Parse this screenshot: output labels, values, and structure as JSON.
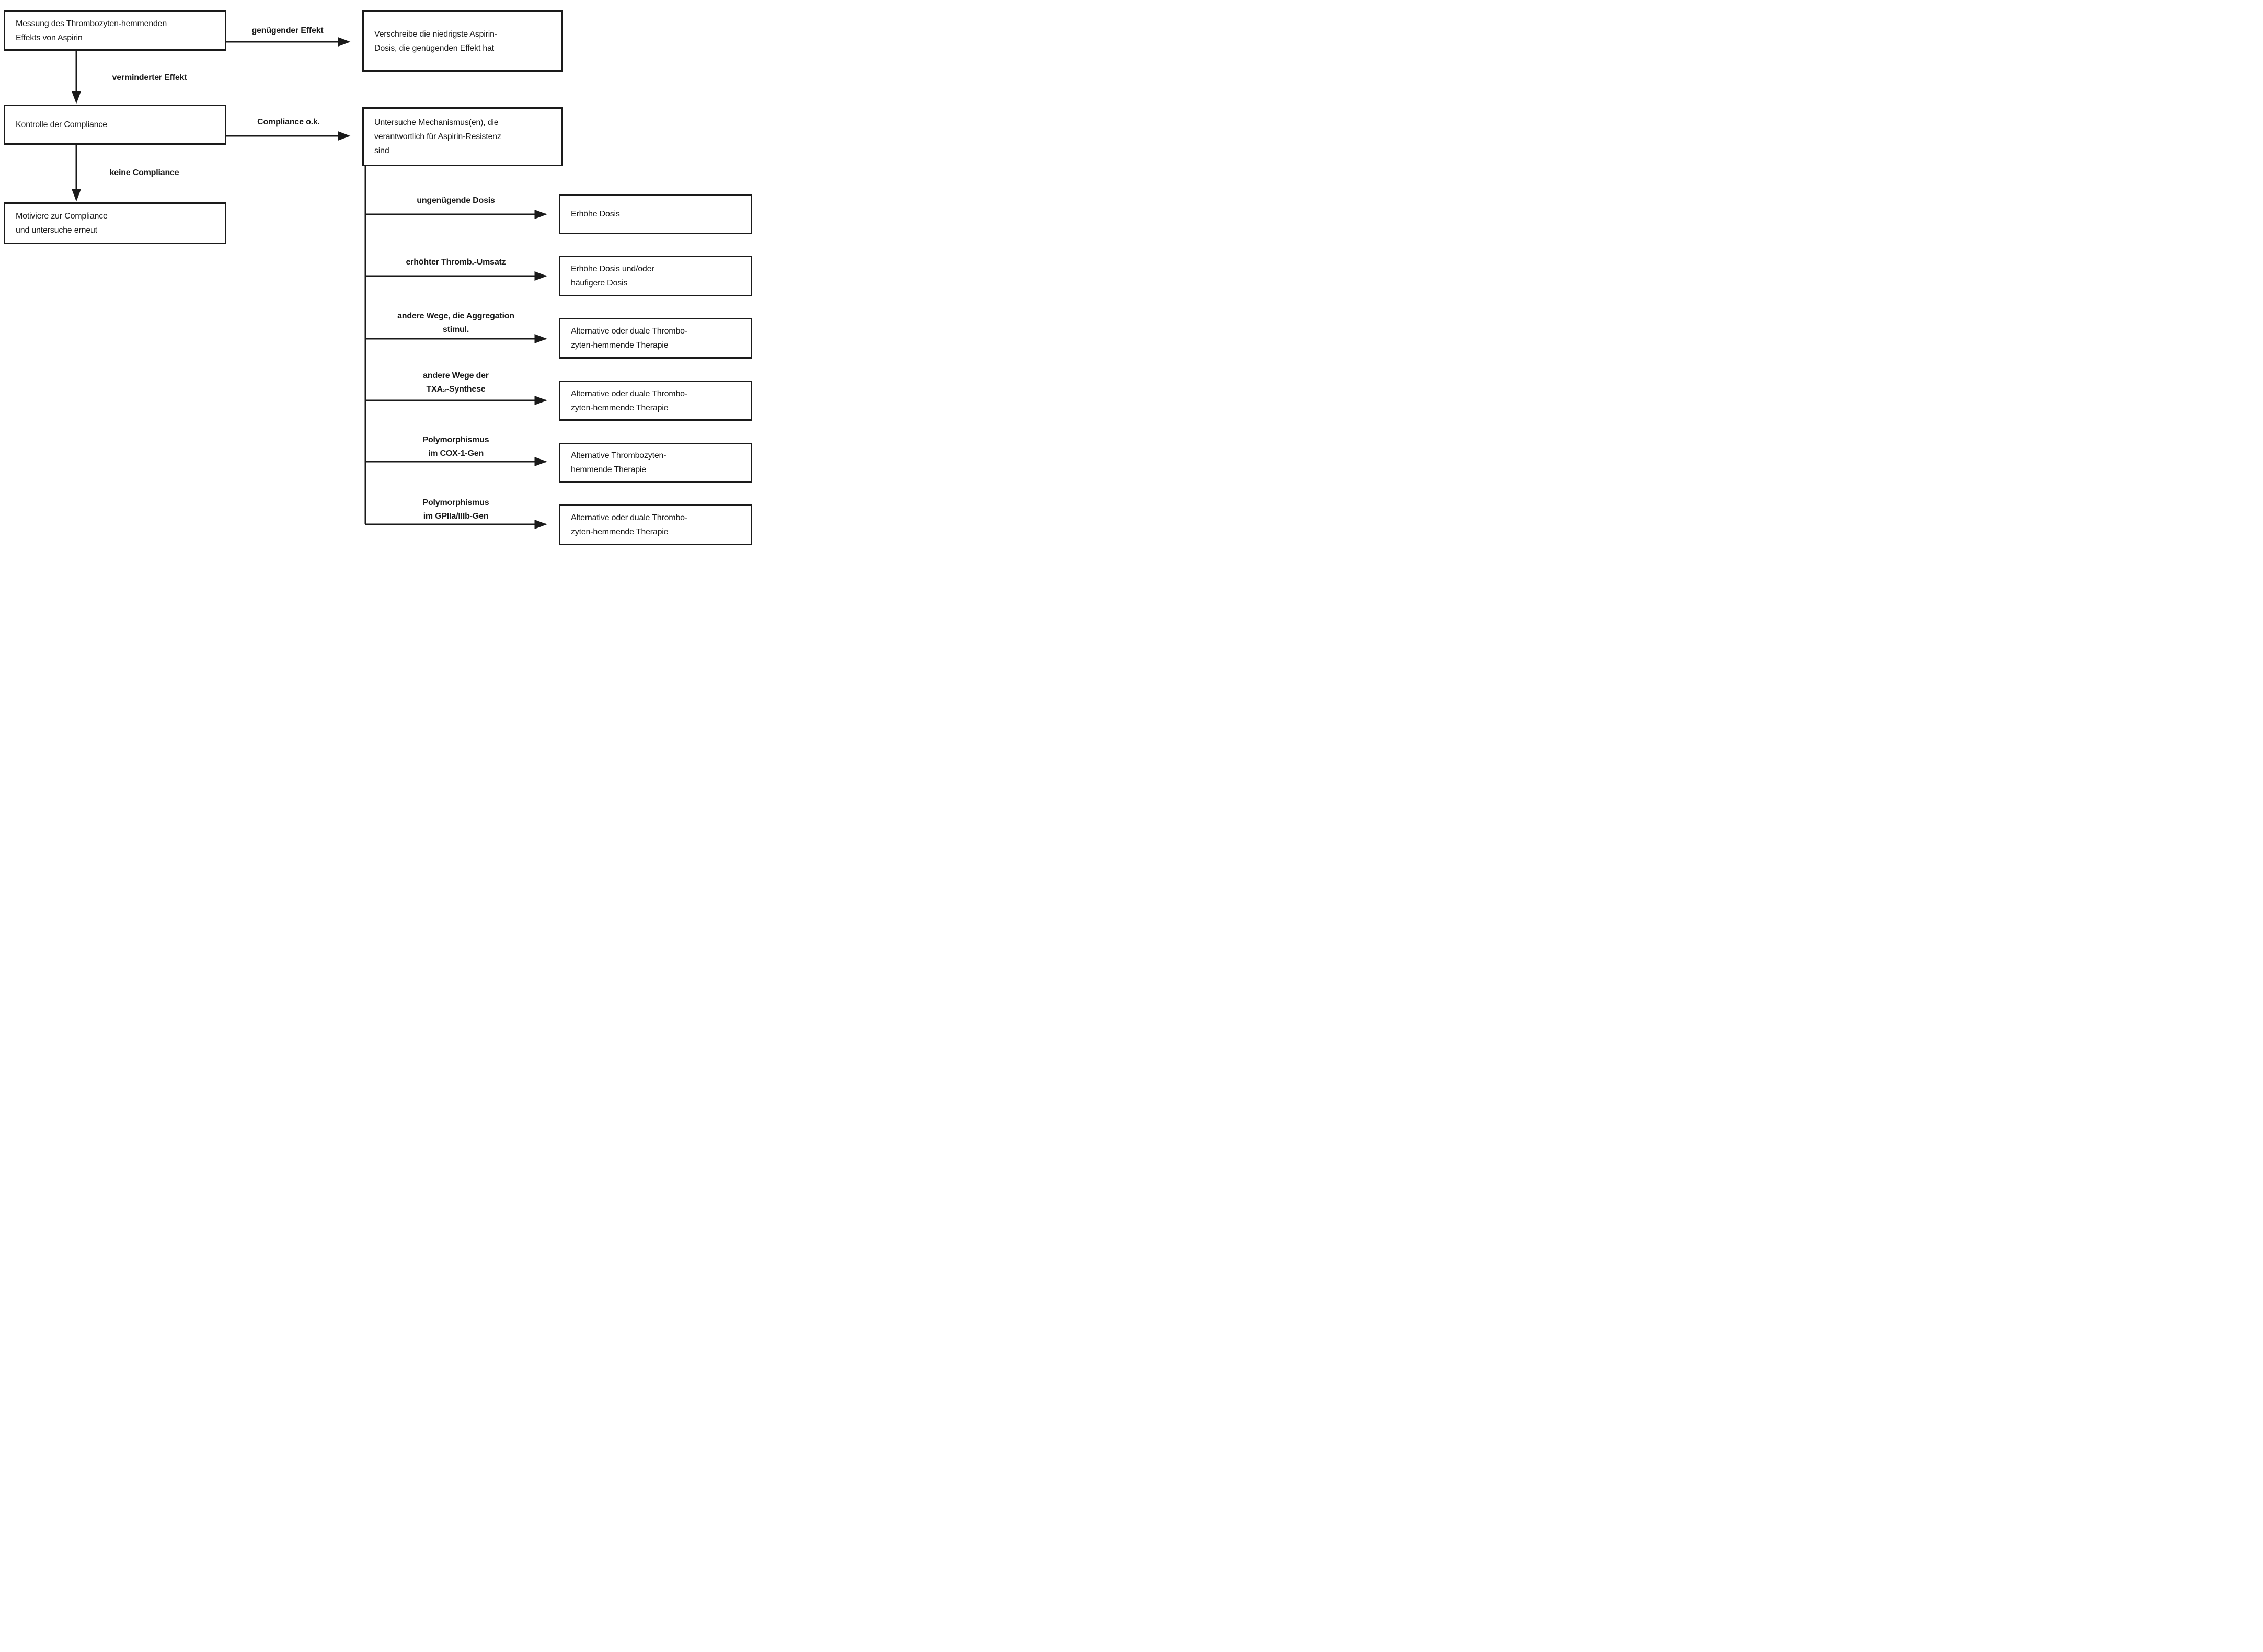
{
  "diagram": {
    "colors": {
      "ink": "#1a1a1a",
      "background": "#ffffff"
    },
    "nodes": {
      "messung": {
        "lines": [
          "Messung des Thrombozyten-hemmenden",
          "Effekts von Aspirin"
        ]
      },
      "verschreibe": {
        "lines": [
          "Verschreibe die niedrigste Aspirin-",
          "Dosis, die genügenden Effekt hat"
        ]
      },
      "kontrolle": {
        "lines": [
          "Kontrolle der Compliance"
        ]
      },
      "untersuche": {
        "lines": [
          "Untersuche Mechanismus(en), die",
          "verantwortlich für Aspirin-Resistenz",
          "sind"
        ]
      },
      "motiviere": {
        "lines": [
          "Motiviere zur Compliance",
          "und untersuche erneut"
        ]
      },
      "erhoehe_dosis": {
        "lines": [
          "Erhöhe Dosis"
        ]
      },
      "erhoehe_dosis_haeufig": {
        "lines": [
          "Erhöhe Dosis und/oder",
          "häufigere Dosis"
        ]
      },
      "alternative_dual_1": {
        "lines": [
          "Alternative oder duale Thrombo-",
          "zyten-hemmende Therapie"
        ]
      },
      "alternative_dual_2": {
        "lines": [
          "Alternative oder duale Thrombo-",
          "zyten-hemmende Therapie"
        ]
      },
      "alternative_mono": {
        "lines": [
          "Alternative Thrombozyten-",
          "hemmende Therapie"
        ]
      },
      "alternative_dual_3": {
        "lines": [
          "Alternative oder duale Thrombo-",
          "zyten-hemmende Therapie"
        ]
      }
    },
    "edge_labels": {
      "genuegender_effekt": {
        "lines": [
          "genügender Effekt"
        ]
      },
      "verminderter_effekt": {
        "lines": [
          "verminderter Effekt"
        ]
      },
      "compliance_ok": {
        "lines": [
          "Compliance o.k."
        ]
      },
      "keine_compliance": {
        "lines": [
          "keine Compliance"
        ]
      },
      "ungenuegende_dosis": {
        "lines": [
          "ungenügende Dosis"
        ]
      },
      "erhoehter_umsatz": {
        "lines": [
          "erhöhter Thromb.-Umsatz"
        ]
      },
      "andere_wege_aggregation": {
        "lines": [
          "andere Wege, die Aggregation",
          "stimul."
        ]
      },
      "andere_wege_txa": {
        "lines": [
          "andere Wege der",
          "TXA₂-Synthese"
        ]
      },
      "polymorphismus_cox": {
        "lines": [
          "Polymorphismus",
          "im COX-1-Gen"
        ]
      },
      "polymorphismus_gp": {
        "lines": [
          "Polymorphismus",
          "im GPIIa/IIIb-Gen"
        ]
      }
    }
  }
}
